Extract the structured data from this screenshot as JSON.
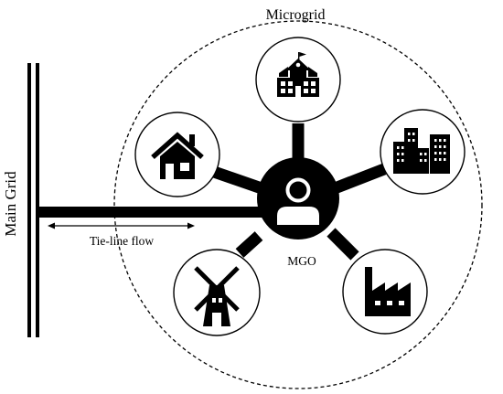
{
  "labels": {
    "microgrid": "Microgrid",
    "main_grid": "Main Grid",
    "tie_line_flow": "Tie-line flow",
    "mgo": "MGO"
  },
  "nodes": [
    {
      "id": "school",
      "icon": "school-icon"
    },
    {
      "id": "house",
      "icon": "house-icon"
    },
    {
      "id": "city",
      "icon": "city-buildings-icon"
    },
    {
      "id": "windmill",
      "icon": "windmill-icon"
    },
    {
      "id": "factory",
      "icon": "factory-icon"
    }
  ],
  "colors": {
    "line": "#000000",
    "background": "#ffffff"
  }
}
